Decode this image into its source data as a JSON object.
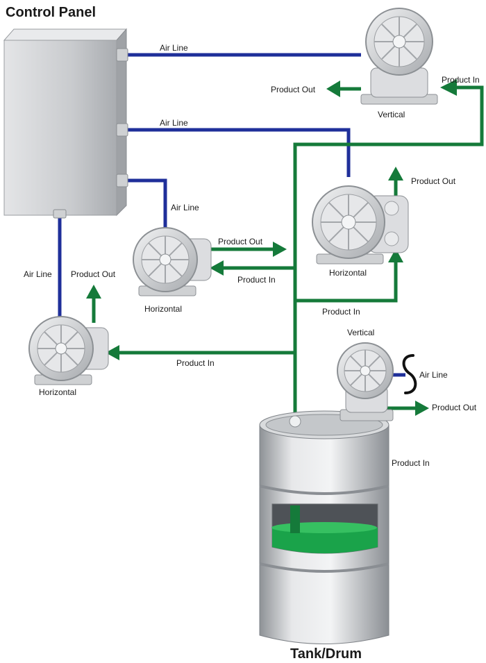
{
  "titles": {
    "control_panel": "Control Panel",
    "tank": "Tank/Drum"
  },
  "labels": {
    "air_line_top": "Air Line",
    "air_line_mid": "Air Line",
    "air_line_low": "Air Line",
    "air_line_left": "Air Line",
    "air_line_tank": "Air Line",
    "product_out_top": "Product Out",
    "product_in_top": "Product In",
    "vertical_top": "Vertical",
    "product_out_right": "Product Out",
    "horizontal_right": "Horizontal",
    "product_in_right": "Product In",
    "product_out_center": "Product Out",
    "product_in_center": "Product In",
    "horizontal_center": "Horizontal",
    "product_out_left": "Product Out",
    "horizontal_left": "Horizontal",
    "product_in_left": "Product In",
    "vertical_tank": "Vertical",
    "product_out_tank": "Product Out",
    "product_in_tank": "Product In"
  },
  "colors": {
    "air_line": "#1f2f9a",
    "product_line": "#157a3a",
    "fluid": "#1aa34a",
    "metal": "#c8cacc"
  },
  "icons": [
    "control-panel-icon",
    "pump-icon",
    "drum-icon",
    "air-coil-icon"
  ]
}
